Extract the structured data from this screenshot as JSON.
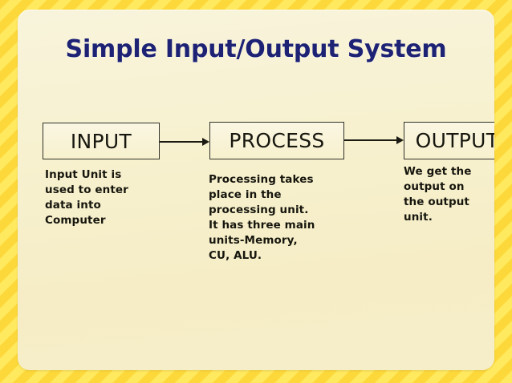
{
  "slide": {
    "title": "Simple Input/Output System",
    "colors": {
      "background_stripe_light": "#ffe95e",
      "background_stripe_dark": "#fdd83a",
      "panel": "#f7f1cf",
      "title_text": "#1d2275",
      "body_text": "#16160e",
      "box_border": "#31312a",
      "arrow": "#1a1a12"
    }
  },
  "flow": {
    "stages": [
      {
        "id": "input",
        "box_label": "INPUT",
        "description": "Input Unit is\nused to enter\ndata into\nComputer"
      },
      {
        "id": "process",
        "box_label": "PROCESS",
        "description": "Processing takes\nplace in the\nprocessing unit.\nIt has three main\nunits-Memory,\nCU, ALU."
      },
      {
        "id": "output",
        "box_label": "OUTPUT",
        "description": "We get the\noutput on\nthe output\nunit."
      }
    ]
  }
}
